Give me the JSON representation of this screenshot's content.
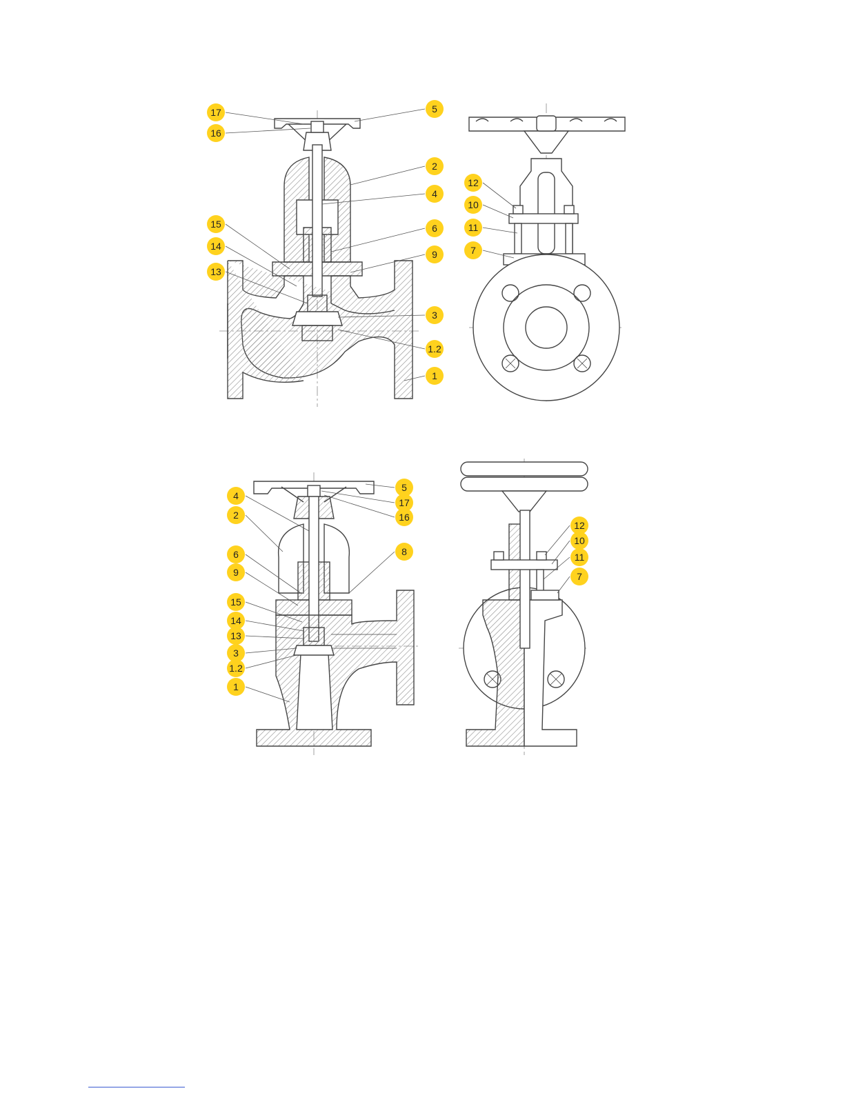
{
  "colors": {
    "badge": "#ffd21e",
    "line": "#444444",
    "hatch": "#9a9a9a",
    "fill": "#ffffff"
  },
  "figures": [
    {
      "name": "straight-globe-valve-section",
      "labels": [
        "17",
        "16",
        "5",
        "2",
        "4",
        "15",
        "6",
        "14",
        "9",
        "13",
        "3",
        "1.2",
        "1"
      ]
    },
    {
      "name": "straight-globe-valve-side",
      "labels": [
        "12",
        "10",
        "11",
        "7"
      ]
    },
    {
      "name": "angle-globe-valve-section",
      "labels": [
        "4",
        "5",
        "17",
        "16",
        "2",
        "6",
        "8",
        "9",
        "15",
        "14",
        "13",
        "3",
        "1.2",
        "1"
      ]
    },
    {
      "name": "angle-globe-valve-side",
      "labels": [
        "12",
        "10",
        "11",
        "7"
      ]
    }
  ]
}
